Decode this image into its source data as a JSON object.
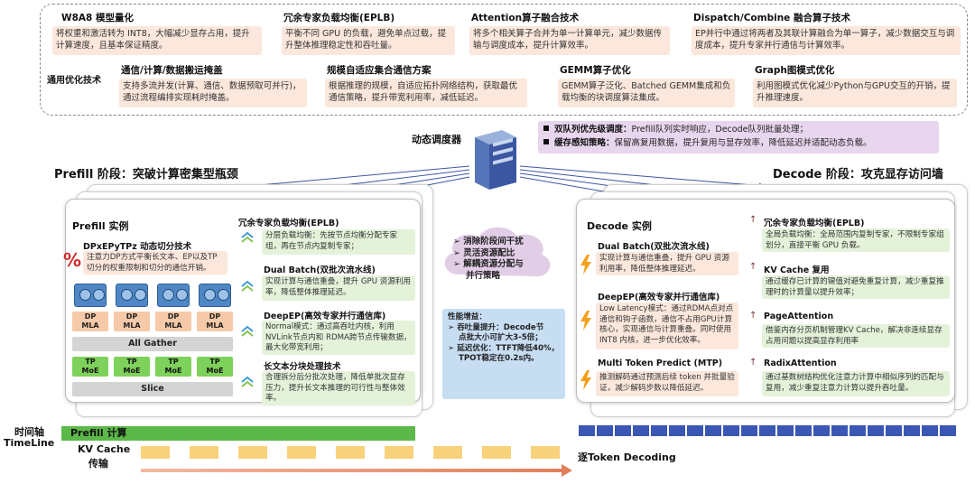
{
  "general_opt": {
    "label": "通用优化技术",
    "items": [
      {
        "title": "W8A8 模型量化",
        "desc": "将权重和激活转为 INT8，大幅减少显存占用，提升计算速度，且基本保证精度。"
      },
      {
        "title": "冗余专家负载均衡(EPLB)",
        "desc": "平衡不同 GPU 的负载，避免单点过载，提升整体推理稳定性和吞吐量。"
      },
      {
        "title": "Attention算子融合技术",
        "desc": "将多个相关算子合并为单一计算单元，减少数据传输与调度成本，提升计算效率。"
      },
      {
        "title": "Dispatch/Combine 融合算子技术",
        "desc": "EP并行中通过将两者及其联计算融合为单一算子，减少数据交互与调度成本，提升专家并行通信与计算效率。"
      },
      {
        "title": "通信/计算/数据搬运掩盖",
        "desc": "支持多流并发(计算、通信、数据预取可并行)，通过流程编排实现耗时掩盖。"
      },
      {
        "title": "规模自适应集合通信方案",
        "desc": "根据推理的规模，自适应拓扑网络结构，获取最优通信策略，提升带宽利用率，减低延迟。"
      },
      {
        "title": "GEMM算子优化",
        "desc": "GEMM算子泛化、Batched GEMM集成和负载均衡的块调度算法集成。"
      },
      {
        "title": "Graph图模式优化",
        "desc": "利用图模式优化减少Python与GPU交互的开销，提升推理速度。"
      }
    ]
  },
  "scheduler": {
    "label": "动态调度器",
    "lines": [
      {
        "head": "双队列优先级调度：",
        "body": "Prefill队列实时响应，Decode队列批量处理；"
      },
      {
        "head": "缓存感知策略：",
        "body": "保留高复用数据，提升复用与显存效率，降低延迟并适配动态负载。"
      }
    ]
  },
  "prefill": {
    "stage_title": "Prefill 阶段：突破计算密集型瓶颈",
    "instance_title": "Prefill 实例",
    "dp_title": "DPxEPyTPz 动态切分技术",
    "dp_desc": "注意力DP方式平衡长文本、EP以及TP切分的权重限制和切分的通信开销。",
    "percent_icon": "%",
    "mla_label": "DP\nMLA",
    "all_gather": "All Gather",
    "moe_label": "TP\nMoE",
    "slice": "Slice",
    "features": [
      {
        "title": "冗余专家负载均衡(EPLB)",
        "desc": "分层负载均衡：先按节点均衡分配专家组，再在节点内复制专家；"
      },
      {
        "title": "Dual Batch(双批次流水线)",
        "desc": "实现计算与通信重叠，提升 GPU 资源利用率，降低整体推理延迟。"
      },
      {
        "title": "DeepEP(高效专家并行通信库)",
        "desc": "Normal模式：通过高吞吐内核，利用 NVLink节点内和 RDMA跨节点传输数据，最大化带宽利用；"
      },
      {
        "title": "长文本分块处理技术",
        "desc": "合理拆分后分批次处理，降低单批次显存压力，提升长文本推理的可行性与整体效率。"
      }
    ]
  },
  "middle": {
    "cloud_lines": [
      "消除阶段间干扰",
      "灵活资源配比",
      "解耦资源分配与",
      "并行策略"
    ],
    "perf_lines": [
      "性能增益：",
      "➢ 吞吐量提升：Decode节",
      "点批大小可扩大3-5倍；",
      "➢ 延迟优化：TTFT降低40%，",
      "TPOT稳定在0.2s内。"
    ]
  },
  "decode": {
    "stage_title": "Decode 阶段：攻克显存访问墙",
    "instance_title": "Decode 实例",
    "left_features": [
      {
        "title": "Dual Batch(双批次流水线)",
        "desc": "实现计算与通信重叠，提升 GPU 资源利用率，降低整体推理延迟。"
      },
      {
        "title": "DeepEP(高效专家并行通信库)",
        "desc": "Low Latency模式：通过RDMA点对点通信和钩子函数，通信不占用GPU计算核心，实现通信与计算重叠。同时使用INT8 内核，进一步优化效率。"
      },
      {
        "title": "Multi Token Predict (MTP)",
        "desc": "推测解码通过预测后续 token 并批量验证，减少解码步数以降低延迟。"
      }
    ],
    "right_features": [
      {
        "title": "冗余专家负载均衡(EPLB)",
        "desc": "全局负载均衡：全局范围内复制专家，不限制专家组划分，直接平衡 GPU 负载。"
      },
      {
        "title": "KV Cache 复用",
        "desc": "通过缓存已计算的键值对避免重复计算，减少重复推理时的计算量以提升效率；"
      },
      {
        "title": "PageAttention",
        "desc": "借鉴内存分页机制管理KV Cache，解决非连续显存占用问题以提高显存利用率"
      },
      {
        "title": "RadixAttention",
        "desc": "通过基数树结构优化注意力计算中相似序列的匹配与复用，减少重复注意力计算以提升吞吐量。"
      }
    ]
  },
  "timeline": {
    "axis_label_1": "时间轴",
    "axis_label_2": "TimeLine",
    "prefill_bar": "Prefill 计算",
    "kv_label_1": "KV Cache",
    "kv_label_2": "传输",
    "decoding_label": "逐Token Decoding"
  },
  "colors": {
    "peach": "#fbe7dc",
    "green_bg": "#e5f2da",
    "purple": "#e8d6ee",
    "blue": "#c7ddf2",
    "moe_green": "#7ed15a",
    "mla_orange": "#f6c9a8",
    "gpu_blue": "#4f87c6",
    "decode_block": "#3a57b3",
    "kv_yellow": "#f8d27a",
    "prefill_green": "#5cb848"
  }
}
